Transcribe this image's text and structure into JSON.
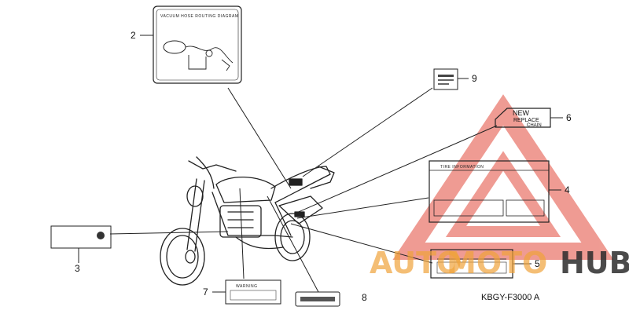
{
  "parts": [
    {
      "number": "2",
      "title": "VACUUM HOSE ROUTING DIAGRAM"
    },
    {
      "number": "9"
    },
    {
      "number": "6",
      "line1": "NEW",
      "line2": "REPLACE",
      "line3": "CHAIN"
    },
    {
      "number": "4",
      "title": "TIRE INFORMATION"
    },
    {
      "number": "3"
    },
    {
      "number": "5"
    },
    {
      "number": "7",
      "title": "WARNING"
    },
    {
      "number": "8"
    }
  ],
  "diagram_code": "KBGY-F3000 A",
  "watermark": {
    "part1": "AUTO",
    "part2": "MOTO",
    "part3": "HUB",
    "color_main": "#f0a23a",
    "color_accent": "#e23b2e",
    "color_dark": "#2b2b2b"
  }
}
